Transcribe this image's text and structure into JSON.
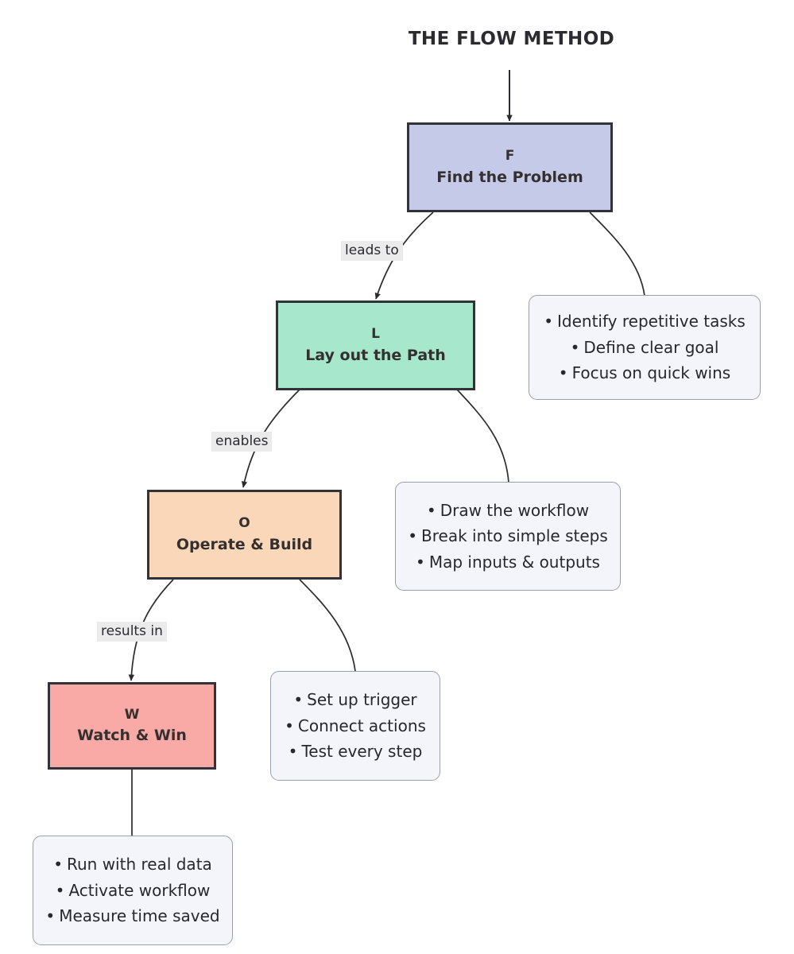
{
  "title": "THE FLOW METHOD",
  "palette": {
    "find_fill": "#c5cae9",
    "lay_fill": "#a7e8cd",
    "operate_fill": "#fbd7b9",
    "watch_fill": "#f9aaa6",
    "node_border": "#32323a",
    "detail_fill": "#f4f5fb",
    "detail_border": "#9aa0ab",
    "edge_stroke": "#2b2b30",
    "label_bg": "#ebebeb",
    "text": "#33302f",
    "background": "#ffffff"
  },
  "nodes": [
    {
      "id": "find",
      "letter": "F",
      "name": "Find the Problem",
      "fill": "#c5cae9"
    },
    {
      "id": "lay",
      "letter": "L",
      "name": "Lay out the Path",
      "fill": "#a7e8cd"
    },
    {
      "id": "operate",
      "letter": "O",
      "name": "Operate & Build",
      "fill": "#fbd7b9"
    },
    {
      "id": "watch",
      "letter": "W",
      "name": "Watch & Win",
      "fill": "#f9aaa6"
    }
  ],
  "details": [
    {
      "id": "find-details",
      "bullet": "•",
      "items": [
        "Identify repetitive tasks",
        "Define clear goal",
        "Focus on quick wins"
      ]
    },
    {
      "id": "lay-details",
      "bullet": "•",
      "items": [
        "Draw the workflow",
        "Break into simple steps",
        "Map inputs & outputs"
      ]
    },
    {
      "id": "operate-details",
      "bullet": "•",
      "items": [
        "Set up trigger",
        "Connect actions",
        "Test every step"
      ]
    },
    {
      "id": "watch-details",
      "bullet": "•",
      "items": [
        "Run with real data",
        "Activate workflow",
        "Measure time saved"
      ]
    }
  ],
  "edge_labels": [
    {
      "id": "find-to-lay",
      "text": "leads to"
    },
    {
      "id": "lay-to-operate",
      "text": "enables"
    },
    {
      "id": "operate-to-watch",
      "text": "results in"
    }
  ],
  "chart_data": {
    "type": "diagram",
    "layout": "top-down flowchart cascading down-left",
    "title": "THE FLOW METHOD",
    "stages": [
      {
        "letter": "F",
        "name": "Find the Problem",
        "details": [
          "Identify repetitive tasks",
          "Define clear goal",
          "Focus on quick wins"
        ]
      },
      {
        "letter": "L",
        "name": "Lay out the Path",
        "details": [
          "Draw the workflow",
          "Break into simple steps",
          "Map inputs & outputs"
        ]
      },
      {
        "letter": "O",
        "name": "Operate & Build",
        "details": [
          "Set up trigger",
          "Connect actions",
          "Test every step"
        ]
      },
      {
        "letter": "W",
        "name": "Watch & Win",
        "details": [
          "Run with real data",
          "Activate workflow",
          "Measure time saved"
        ]
      }
    ],
    "edges": [
      {
        "from": "F",
        "to": "L",
        "label": "leads to",
        "arrow": true
      },
      {
        "from": "L",
        "to": "O",
        "label": "enables",
        "arrow": true
      },
      {
        "from": "O",
        "to": "W",
        "label": "results in",
        "arrow": true
      },
      {
        "from": "F",
        "to": "find-details",
        "label": "",
        "arrow": false
      },
      {
        "from": "L",
        "to": "lay-details",
        "label": "",
        "arrow": false
      },
      {
        "from": "O",
        "to": "operate-details",
        "label": "",
        "arrow": false
      },
      {
        "from": "W",
        "to": "watch-details",
        "label": "",
        "arrow": false
      }
    ]
  }
}
